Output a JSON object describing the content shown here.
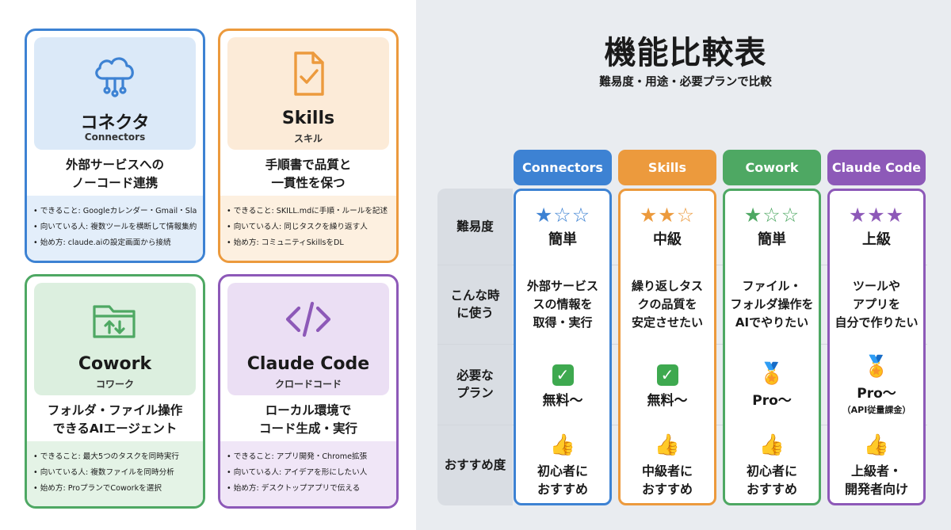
{
  "cards": [
    {
      "name": "コネクタ",
      "name_en": "Connectors",
      "headline_l1": "外部サービスへの",
      "headline_l2": "ノーコード連携",
      "bullets": [
        "できること: Googleカレンダー・Gmail・Slack等",
        "向いている人: 複数ツールを横断して情報集約",
        "始め方: claude.aiの設定画面から接続"
      ],
      "icon": "cloud-network-icon",
      "color": "#3d82d3"
    },
    {
      "name": "Skills",
      "name_en": "スキル",
      "headline_l1": "手順書で品質と",
      "headline_l2": "一貫性を保つ",
      "bullets": [
        "できること: SKILL.mdに手順・ルールを記述",
        "向いている人: 同じタスクを繰り返す人",
        "始め方: コミュニティSkillsをDL"
      ],
      "icon": "document-check-icon",
      "color": "#ec9a3d"
    },
    {
      "name": "Cowork",
      "name_en": "コワーク",
      "headline_l1": "フォルダ・ファイル操作",
      "headline_l2": "できるAIエージェント",
      "bullets": [
        "できること: 最大5つのタスクを同時実行",
        "向いている人: 複数ファイルを同時分析",
        "始め方: ProプランでCoworkを選択"
      ],
      "icon": "folder-sync-icon",
      "color": "#4ea863"
    },
    {
      "name": "Claude Code",
      "name_en": "クロードコード",
      "headline_l1": "ローカル環境で",
      "headline_l2": "コード生成・実行",
      "bullets": [
        "できること: アプリ開発・Chrome拡張",
        "向いている人: アイデアを形にしたい人",
        "始め方: デスクトップアプリで伝える"
      ],
      "icon": "code-brackets-icon",
      "color": "#8d59b8"
    }
  ],
  "table": {
    "title": "機能比較表",
    "subtitle": "難易度・用途・必要プランで比較",
    "row_labels": {
      "difficulty": "難易度",
      "usecase_l1": "こんな時",
      "usecase_l2": "に使う",
      "plan_l1": "必要な",
      "plan_l2": "プラン",
      "reco": "おすすめ度"
    },
    "columns": [
      {
        "header": "Connectors",
        "color": "#3d82d3",
        "stars_filled": "★",
        "stars_empty": "☆☆",
        "difficulty_rating": 1,
        "difficulty": "簡単",
        "usecase": [
          "外部サービス",
          "スの情報を",
          "取得・実行"
        ],
        "plan_icon": "check-icon",
        "plan": "無料〜",
        "reco_icon": "thumbs-up-icon",
        "reco": [
          "初心者に",
          "おすすめ"
        ]
      },
      {
        "header": "Skills",
        "color": "#ec9a3d",
        "stars_filled": "★★",
        "stars_empty": "☆",
        "difficulty_rating": 2,
        "difficulty": "中級",
        "usecase": [
          "繰り返しタス",
          "クの品質を",
          "安定させたい"
        ],
        "plan_icon": "check-icon",
        "plan": "無料〜",
        "reco_icon": "thumbs-up-icon",
        "reco": [
          "中級者に",
          "おすすめ"
        ]
      },
      {
        "header": "Cowork",
        "color": "#4ea863",
        "stars_filled": "★",
        "stars_empty": "☆☆",
        "difficulty_rating": 1,
        "difficulty": "簡単",
        "usecase": [
          "ファイル・",
          "フォルダ操作を",
          "AIでやりたい"
        ],
        "plan_icon": "medal-icon",
        "plan": "Pro〜",
        "reco_icon": "thumbs-up-icon",
        "reco": [
          "初心者に",
          "おすすめ"
        ]
      },
      {
        "header": "Claude Code",
        "color": "#8d59b8",
        "stars_filled": "★★★",
        "stars_empty": "",
        "difficulty_rating": 3,
        "difficulty": "上級",
        "usecase": [
          "ツールや",
          "アプリを",
          "自分で作りたい"
        ],
        "plan_icon": "medal-icon",
        "plan": "Pro〜",
        "plan_note": "（API従量課金）",
        "reco_icon": "thumbs-up-icon",
        "reco": [
          "上級者・",
          "開発者向け"
        ]
      }
    ]
  }
}
